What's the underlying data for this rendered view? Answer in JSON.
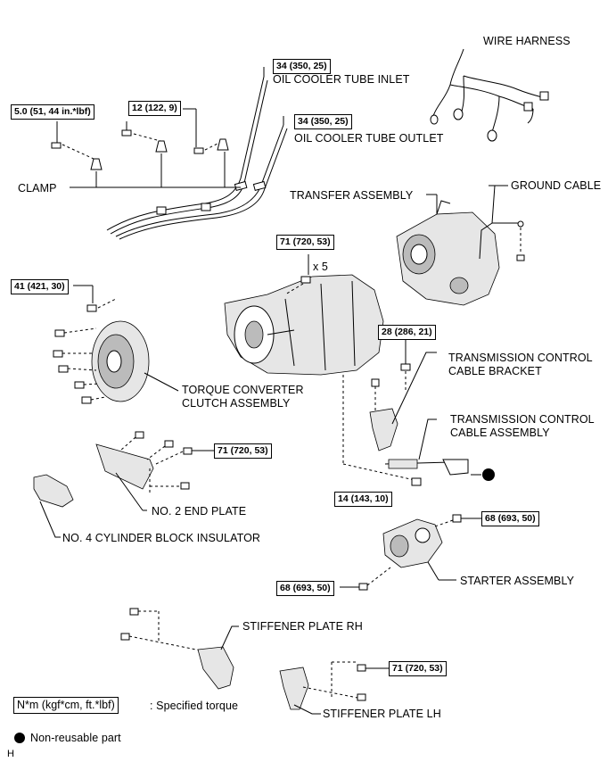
{
  "labels": {
    "wire_harness": "WIRE HARNESS",
    "oil_cooler_tube_inlet": "OIL COOLER TUBE INLET",
    "oil_cooler_tube_outlet": "OIL COOLER TUBE OUTLET",
    "clamp": "CLAMP",
    "transfer_assembly": "TRANSFER ASSEMBLY",
    "ground_cable": "GROUND CABLE",
    "x5": "x 5",
    "torque_converter_1": "TORQUE CONVERTER",
    "torque_converter_2": "CLUTCH ASSEMBLY",
    "trans_ctrl_bracket_1": "TRANSMISSION CONTROL",
    "trans_ctrl_bracket_2": "CABLE BRACKET",
    "trans_ctrl_cable_1": "TRANSMISSION CONTROL",
    "trans_ctrl_cable_2": "CABLE ASSEMBLY",
    "no2_end_plate": "NO. 2 END PLATE",
    "no4_insulator": "NO. 4 CYLINDER BLOCK INSULATOR",
    "starter_assembly": "STARTER ASSEMBLY",
    "stiffener_rh": "STIFFENER PLATE RH",
    "stiffener_lh": "STIFFENER PLATE LH",
    "figure_code": "H"
  },
  "torques": {
    "t_5_0": "5.0 (51, 44 in.*lbf)",
    "t_12": "12 (122, 9)",
    "t_34_inlet": "34 (350, 25)",
    "t_34_outlet": "34 (350, 25)",
    "t_71_case": "71 (720, 53)",
    "t_41": "41 (421, 30)",
    "t_28": "28 (286, 21)",
    "t_71_plate": "71 (720, 53)",
    "t_14": "14 (143, 10)",
    "t_68_upper": "68 (693, 50)",
    "t_68_lower": "68 (693, 50)",
    "t_71_lh": "71 (720, 53)"
  },
  "legend": {
    "torque_unit": "N*m (kgf*cm, ft.*lbf)",
    "torque_desc": ": Specified torque",
    "nonreusable": "Non-reusable part"
  }
}
